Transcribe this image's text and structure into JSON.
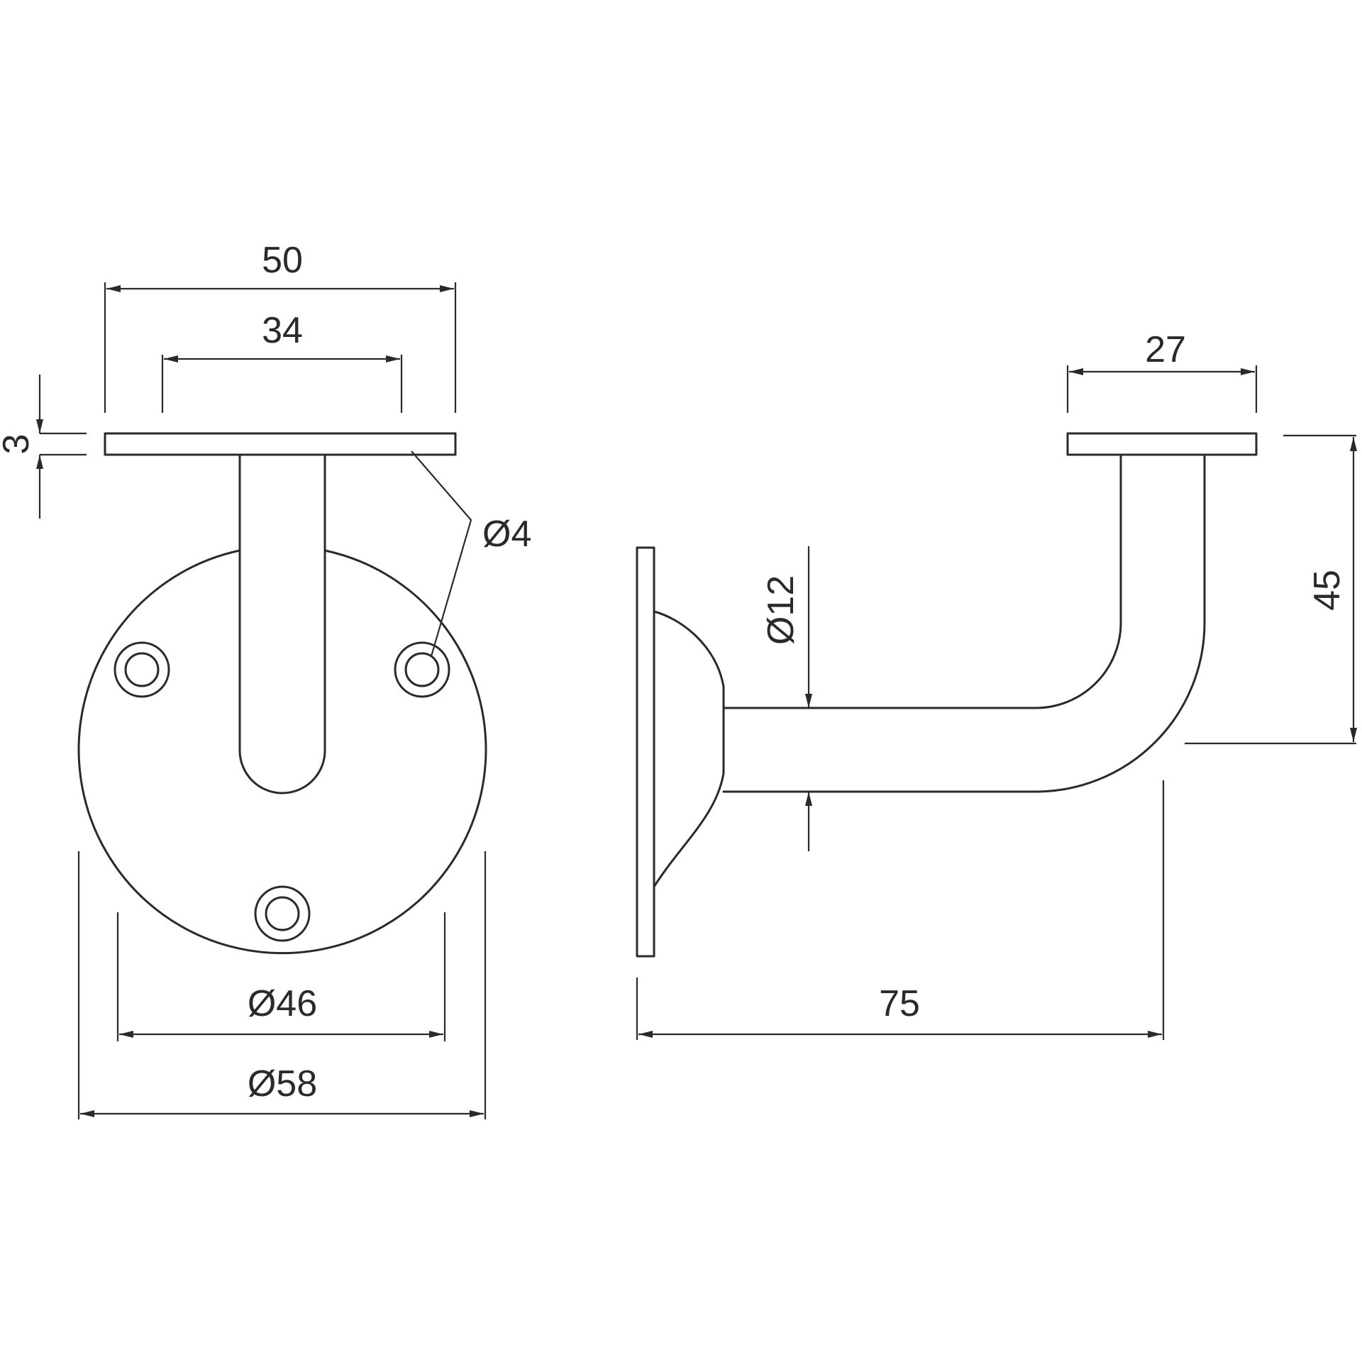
{
  "front_view": {
    "plate_width": "50",
    "hole_spacing": "34",
    "plate_thickness": "3",
    "screw_hole": "Ø4",
    "bolt_circle": "Ø46",
    "base_diameter": "Ø58"
  },
  "side_view": {
    "plate_width": "27",
    "height": "45",
    "tube_diameter": "Ø12",
    "projection": "75"
  }
}
